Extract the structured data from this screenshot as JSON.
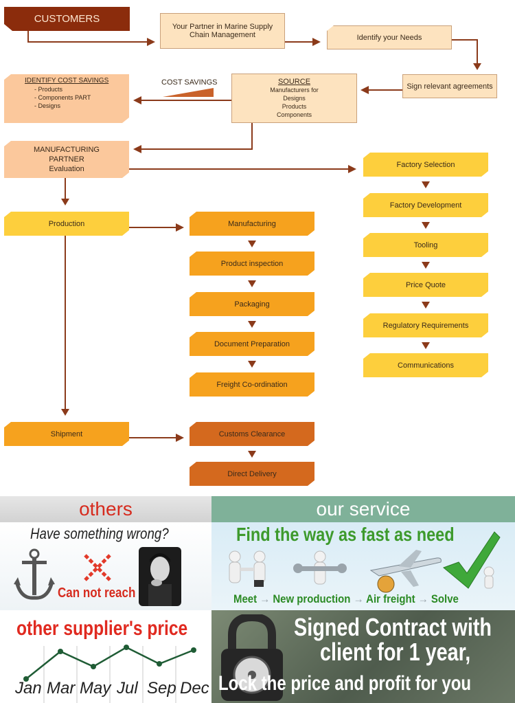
{
  "flow": {
    "customers": "CUSTOMERS",
    "partner_line1": "Your Partner in Marine Supply",
    "partner_line2": "Chain Management",
    "identify_needs": "Identify your Needs",
    "sign_agreements": "Sign relevant agreements",
    "source_title": "SOURCE",
    "source_items": [
      "Manufacturers for",
      "Designs",
      "Products",
      "Components"
    ],
    "cost_savings_label": "COST SAVINGS",
    "identify_cost_title": "IDENTIFY COST SAVINGS",
    "identify_cost_items": [
      "- Products",
      "- Components PART",
      "- Designs"
    ],
    "mfg_partner_lines": [
      "MANUFACTURING",
      "PARTNER",
      "Evaluation"
    ],
    "factory_steps": [
      "Factory Selection",
      "Factory Development",
      "Tooling",
      "Price Quote",
      "Regulatory Requirements",
      "Communications"
    ],
    "production": "Production",
    "production_steps": [
      "Manufacturing",
      "Product inspection",
      "Packaging",
      "Document Preparation",
      "Freight Co-ordination"
    ],
    "shipment": "Shipment",
    "customs": "Customs Clearance",
    "delivery": "Direct Delivery"
  },
  "banner": {
    "others_title": "others",
    "others_subtitle": "Have something wrong?",
    "cannot_reach": "Can not reach",
    "our_service_title": "our service",
    "service_slogan": "Find the way as fast as need",
    "service_steps": [
      "Meet",
      "New production",
      "Air freight",
      "Solve"
    ],
    "supplier_price_title": "other supplier's price",
    "months": [
      "Jan",
      "Mar",
      "May",
      "Jul",
      "Sep",
      "Dec"
    ],
    "contract_lines": [
      "Signed Contract with",
      "client for 1 year,",
      "Lock the price and profit for you"
    ]
  },
  "colors": {
    "header": "#8b2c0c",
    "peach": "#fde3bf",
    "yellow": "#fdcf3d",
    "orange": "#f6a21e",
    "dark_orange": "#d4691e",
    "others_red": "#d62b1e",
    "service_green": "#3d9a2c",
    "contract_bg": "#5f6e5c"
  }
}
